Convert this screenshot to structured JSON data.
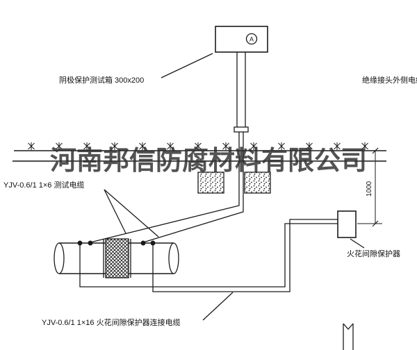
{
  "drawing": {
    "test_box_label": "阴极保护测试箱 300x200",
    "right_cable_label": "绝缘接头外侧电缆",
    "test_cable_label": "YJV-0.6/1 1×6  测试电缆",
    "spark_gap_label": "火花间隙保护器",
    "connection_cable_label": "YJV-0.6/1 1×16  火花间隙保护器连接电缆",
    "dimension": "1000",
    "ammeter_symbol": "A"
  },
  "watermark": {
    "text": "河南邦信防腐材料有限公司"
  },
  "colors": {
    "line": "#1a1a1a",
    "watermark": "#2e2e2e",
    "background": "#ffffff"
  }
}
